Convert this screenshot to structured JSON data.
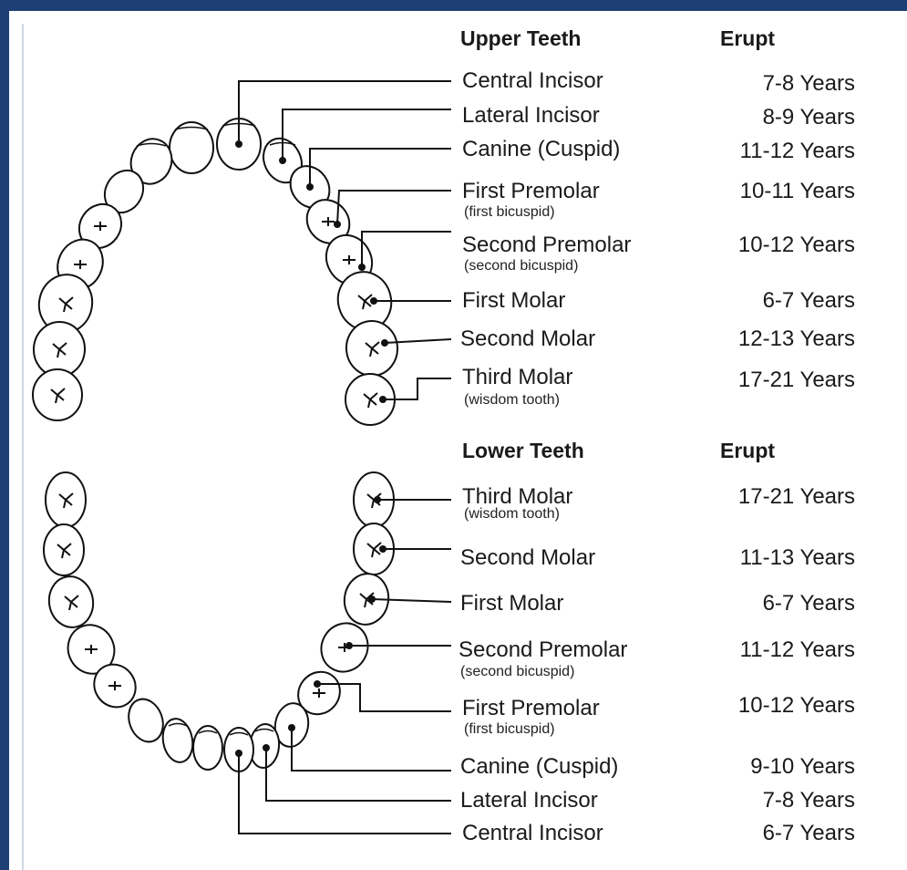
{
  "headers": {
    "upper_teeth": "Upper Teeth",
    "upper_erupt": "Erupt",
    "lower_teeth": "Lower Teeth",
    "lower_erupt": "Erupt"
  },
  "upper": [
    {
      "name": "Central Incisor",
      "note": "",
      "erupt": "7-8 Years"
    },
    {
      "name": "Lateral Incisor",
      "note": "",
      "erupt": "8-9 Years"
    },
    {
      "name": "Canine (Cuspid)",
      "note": "",
      "erupt": "11-12 Years"
    },
    {
      "name": "First Premolar",
      "note": "(first bicuspid)",
      "erupt": "10-11 Years"
    },
    {
      "name": "Second Premolar",
      "note": "(second bicuspid)",
      "erupt": "10-12 Years"
    },
    {
      "name": "First Molar",
      "note": "",
      "erupt": "6-7 Years"
    },
    {
      "name": "Second Molar",
      "note": "",
      "erupt": "12-13 Years"
    },
    {
      "name": "Third Molar",
      "note": "(wisdom tooth)",
      "erupt": "17-21 Years"
    }
  ],
  "lower": [
    {
      "name": "Third Molar",
      "note": "(wisdom tooth)",
      "erupt": "17-21 Years"
    },
    {
      "name": "Second Molar",
      "note": "",
      "erupt": "11-13 Years"
    },
    {
      "name": "First Molar",
      "note": "",
      "erupt": "6-7 Years"
    },
    {
      "name": "Second Premolar",
      "note": "(second bicuspid)",
      "erupt": "11-12 Years"
    },
    {
      "name": "First Premolar",
      "note": "(first bicuspid)",
      "erupt": "10-12 Years"
    },
    {
      "name": "Canine (Cuspid)",
      "note": "",
      "erupt": "9-10 Years"
    },
    {
      "name": "Lateral Incisor",
      "note": "",
      "erupt": "7-8 Years"
    },
    {
      "name": "Central Incisor",
      "note": "",
      "erupt": "6-7 Years"
    }
  ]
}
